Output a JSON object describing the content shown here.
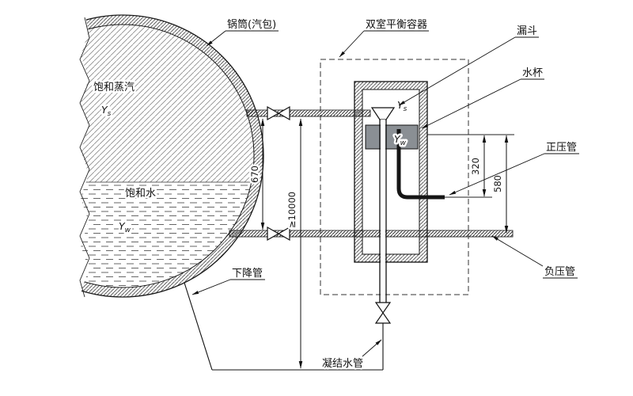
{
  "diagram": {
    "callouts": {
      "drum": "锅筒(汽包)",
      "balance_vessel": "双室平衡容器",
      "funnel": "漏斗",
      "water_cup": "水杯",
      "positive_pressure_pipe": "正压管",
      "negative_pressure_pipe": "负压管",
      "downcomer": "下降管",
      "condensate_pipe": "凝结水管"
    },
    "regions": {
      "saturated_steam": "饱和蒸汽",
      "saturated_water": "饱和水",
      "symbol_y": "Y",
      "sub_steam": "s",
      "sub_water": "w"
    },
    "dimensions": {
      "pipe_spacing": "670",
      "condensate_min_length": "≥10000",
      "cup_to_positive": "320",
      "cup_to_negative": "580"
    }
  }
}
